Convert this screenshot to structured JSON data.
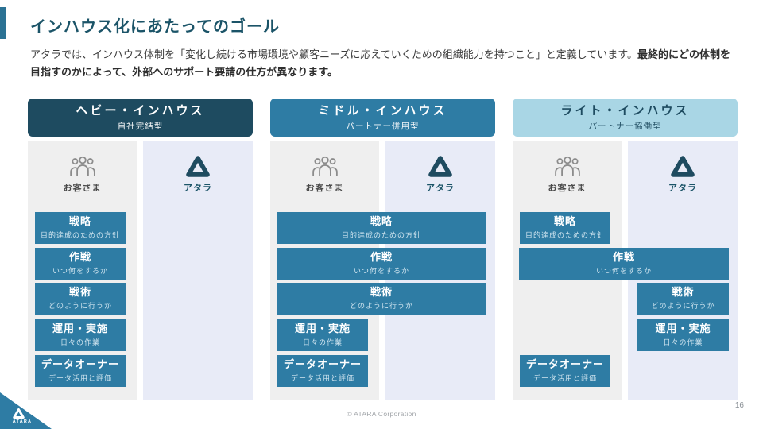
{
  "title": "インハウス化にあたってのゴール",
  "intro": {
    "normal": "アタラでは、インハウス体制を「変化し続ける市場環境や顧客ニーズに応えていくための組織能力を持つこと」と定義しています。",
    "bold": "最終的にどの体制を目指すのかによって、外部へのサポート要請の仕方が異なります。"
  },
  "party_labels": {
    "customer": "お客さま",
    "atara": "アタラ"
  },
  "stack_rows": [
    {
      "key": "senryaku",
      "title": "戦略",
      "subtitle": "目的達成のための方針"
    },
    {
      "key": "sakusen",
      "title": "作戦",
      "subtitle": "いつ何をするか"
    },
    {
      "key": "senjutsu",
      "title": "戦術",
      "subtitle": "どのように行うか"
    },
    {
      "key": "unyo",
      "title": "運用・実施",
      "subtitle": "日々の作業"
    },
    {
      "key": "data-owner",
      "title": "データオーナー",
      "subtitle": "データ活用と評価"
    }
  ],
  "columns": [
    {
      "id": "heavy",
      "title": "ヘビー・インハウス",
      "subtitle": "自社完結型",
      "header_bg": "#1E4B60",
      "header_text": "#FFFFFF",
      "placements": [
        "customer",
        "customer",
        "customer",
        "customer",
        "customer"
      ]
    },
    {
      "id": "middle",
      "title": "ミドル・インハウス",
      "subtitle": "パートナー併用型",
      "header_bg": "#2E7CA4",
      "header_text": "#FFFFFF",
      "placements": [
        "span",
        "span",
        "span",
        "customer",
        "customer"
      ]
    },
    {
      "id": "light",
      "title": "ライト・インハウス",
      "subtitle": "パートナー協働型",
      "header_bg": "#A9D6E5",
      "header_text": "#1E4B60",
      "placements": [
        "customer",
        "span",
        "atara",
        "atara",
        "customer"
      ]
    }
  ],
  "colors": {
    "accent": "#2B7294",
    "box_bg": "#2E7CA4",
    "dark_teal": "#1E4B60",
    "customer_panel_bg": "#EFEFEF",
    "atara_panel_bg": "#E8EBF7",
    "light_header_bg": "#A9D6E5"
  },
  "footer": {
    "copyright": "© ATARA Corporation",
    "page_number": "16",
    "logo_text": "ATARA"
  }
}
